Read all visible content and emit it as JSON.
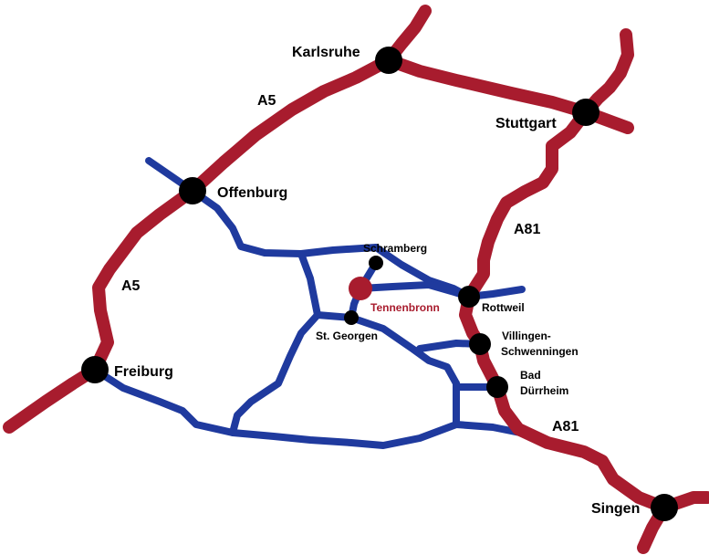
{
  "colors": {
    "highway": "#a81c2e",
    "regional_road": "#1f3a9e",
    "city_dot": "#000000",
    "highlight": "#a81c2e"
  },
  "highways": {
    "a5_upper": "A5",
    "a5_lower": "A5",
    "a81_upper": "A81",
    "a81_lower": "A81"
  },
  "cities": {
    "karlsruhe": "Karlsruhe",
    "stuttgart": "Stuttgart",
    "offenburg": "Offenburg",
    "freiburg": "Freiburg",
    "schramberg": "Schramberg",
    "tennenbronn": "Tennenbronn",
    "rottweil": "Rottweil",
    "st_georgen": "St. Georgen",
    "villingen_line1": "Villingen-",
    "villingen_line2": "Schwenningen",
    "bad_line1": "Bad",
    "bad_line2": "Dürrheim",
    "singen": "Singen"
  }
}
